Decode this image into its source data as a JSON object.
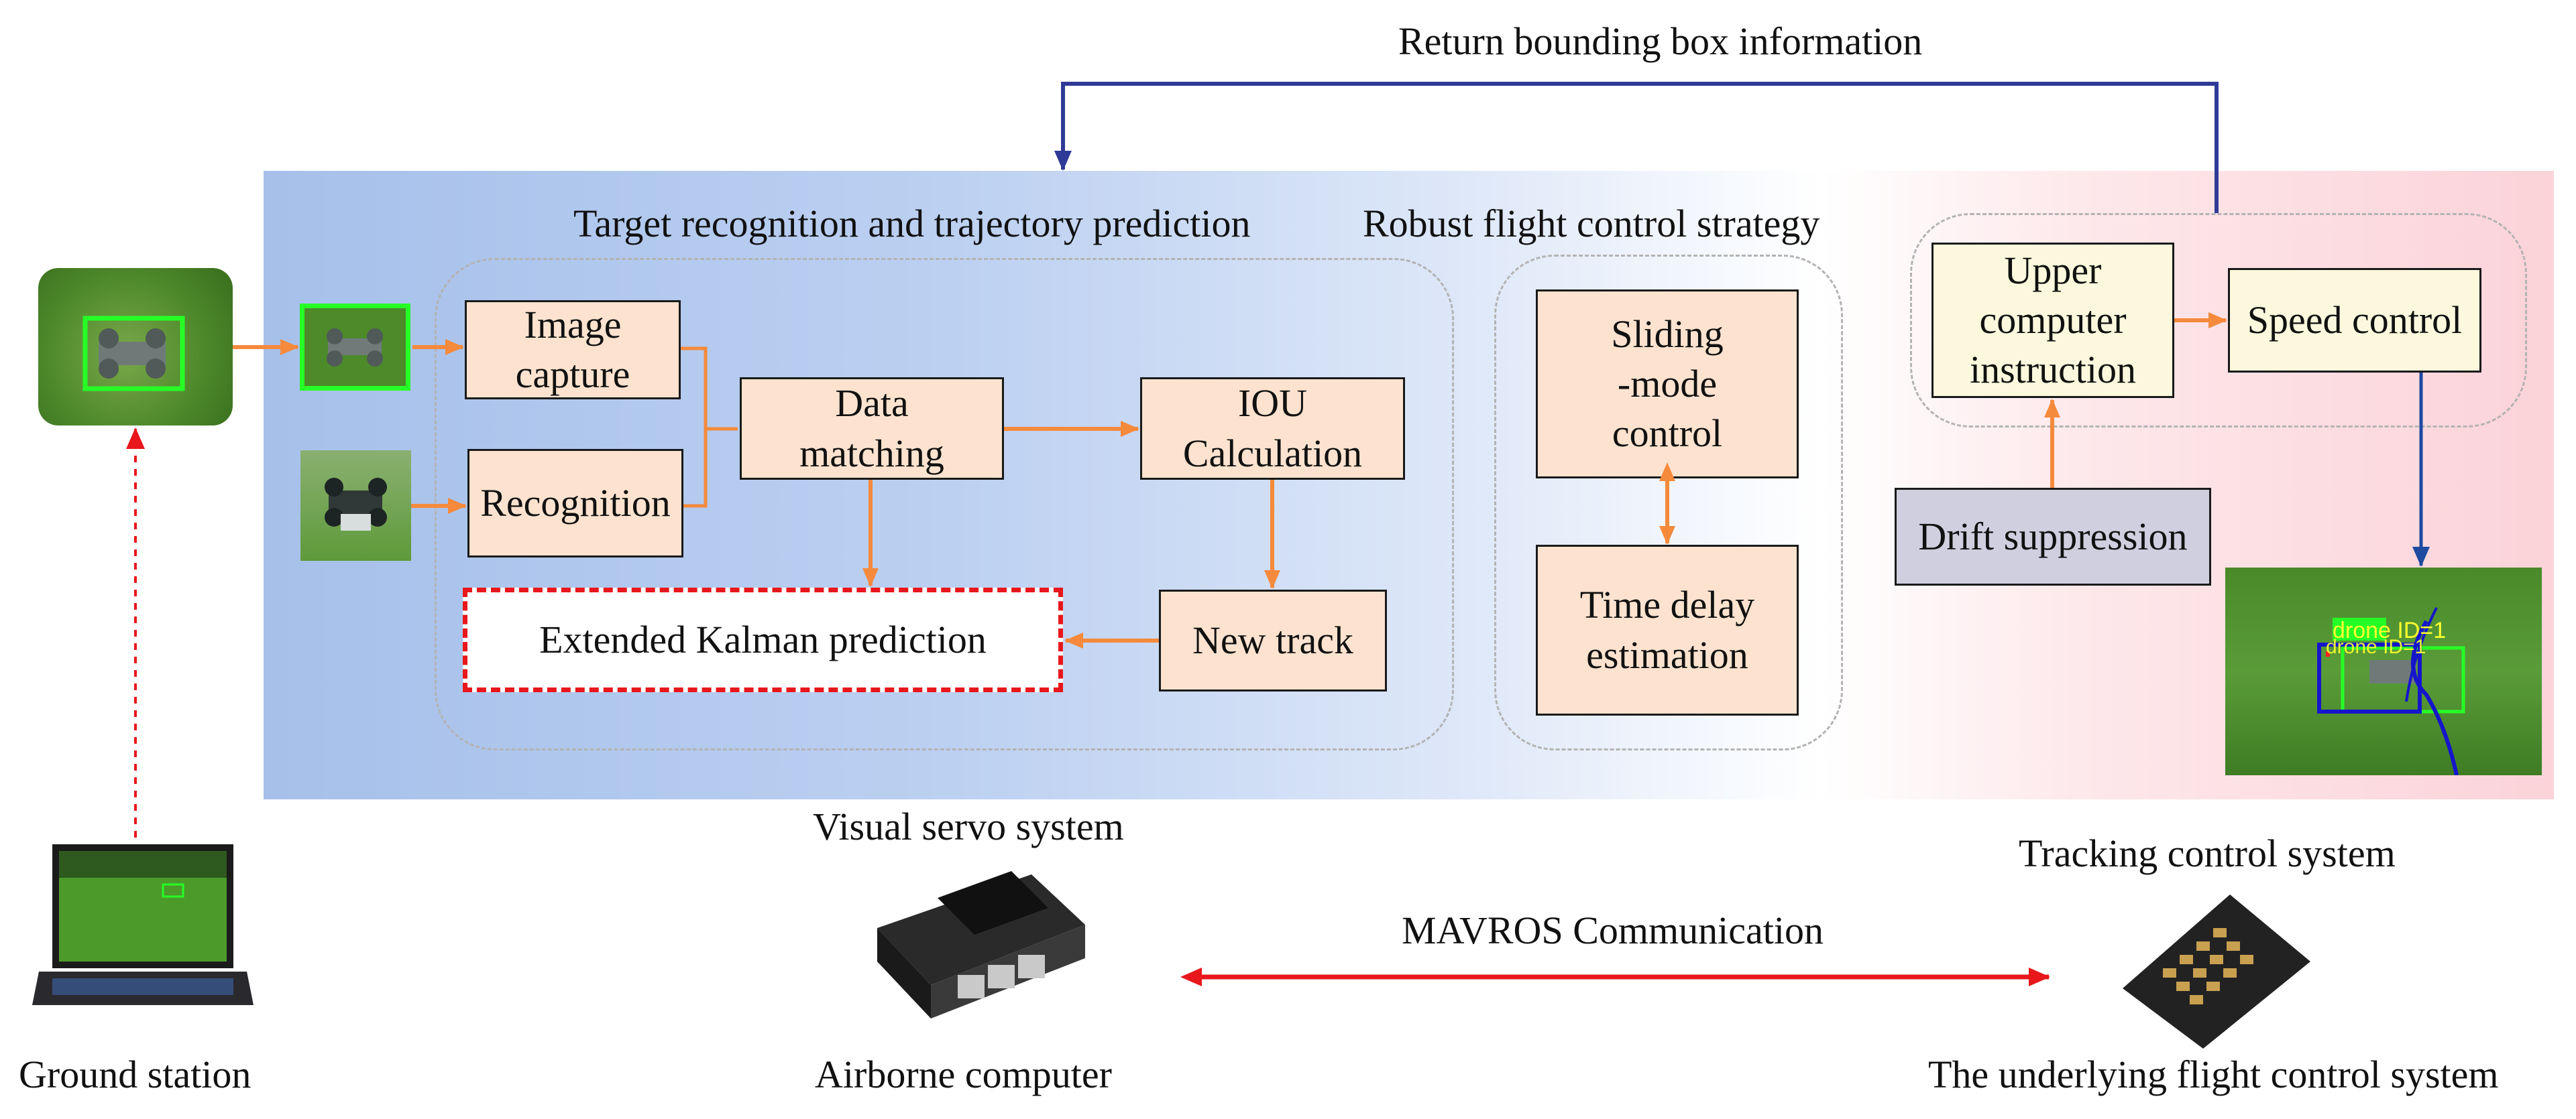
{
  "diagram": {
    "feedback_label": "Return bounding box information",
    "section_titles": {
      "target_recognition": "Target recognition and trajectory prediction",
      "robust_control": "Robust flight control strategy"
    },
    "nodes": {
      "image_capture": "Image\ncapture",
      "recognition": "Recognition",
      "data_matching": "Data\nmatching",
      "iou_calculation": "IOU\nCalculation",
      "extended_kalman": "Extended Kalman prediction",
      "new_track": "New track",
      "sliding_mode": "Sliding\n-mode\ncontrol",
      "time_delay": "Time delay\nestimation",
      "upper_computer": "Upper\ncomputer\ninstruction",
      "speed_control": "Speed control",
      "drift_suppression": "Drift suppression"
    },
    "bottom_labels": {
      "visual_servo": "Visual servo system",
      "tracking_control": "Tracking control system",
      "mavros": "MAVROS Communication",
      "ground_station": "Ground station",
      "airborne_computer": "Airborne computer",
      "flight_control": "The underlying flight control system"
    },
    "detection_overlay": {
      "label_1": "drone ID=1",
      "label_2": "drone ID=1"
    },
    "colors": {
      "arrow_orange": "#f58a3c",
      "arrow_blue": "#2e3a96",
      "arrow_red": "#e8171c",
      "node_fill": "#fde3cf",
      "node_fill_yellow": "#fbf8dd",
      "node_fill_gray": "#cfcfe0"
    }
  }
}
